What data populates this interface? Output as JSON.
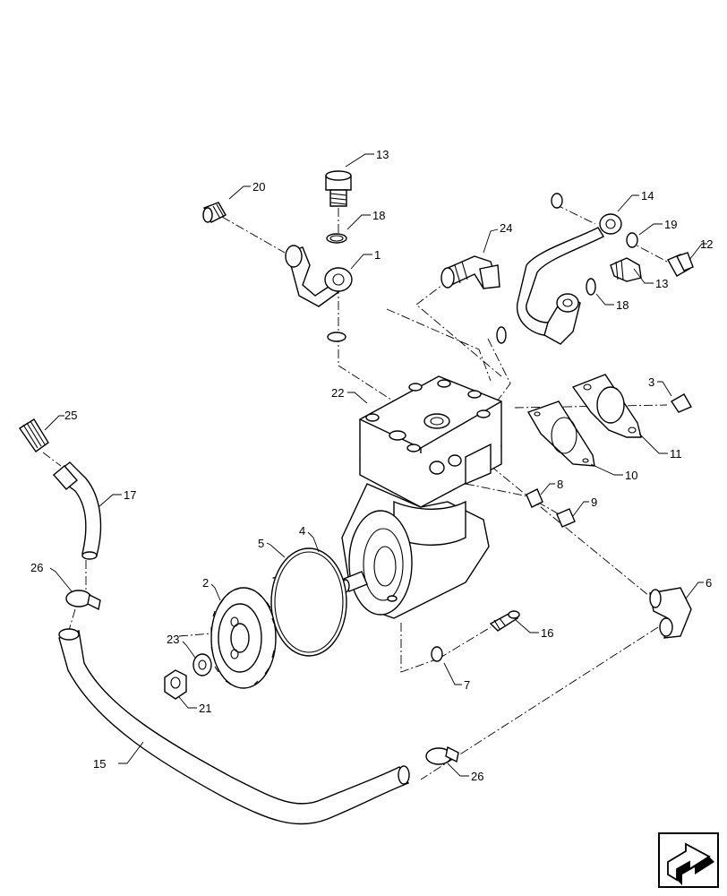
{
  "callouts": {
    "c1": "1",
    "c2": "2",
    "c3": "3",
    "c4": "4",
    "c5": "5",
    "c6": "6",
    "c7": "7",
    "c8": "8",
    "c9": "9",
    "c10": "10",
    "c11": "11",
    "c12": "12",
    "c13a": "13",
    "c13b": "13",
    "c14": "14",
    "c15": "15",
    "c16": "16",
    "c17": "17",
    "c18a": "18",
    "c18b": "18",
    "c19": "19",
    "c20": "20",
    "c21": "21",
    "c22": "22",
    "c23": "23",
    "c24": "24",
    "c25": "25",
    "c26a": "26",
    "c26b": "26"
  },
  "icons": {
    "navigation": "arrow-return-icon"
  }
}
